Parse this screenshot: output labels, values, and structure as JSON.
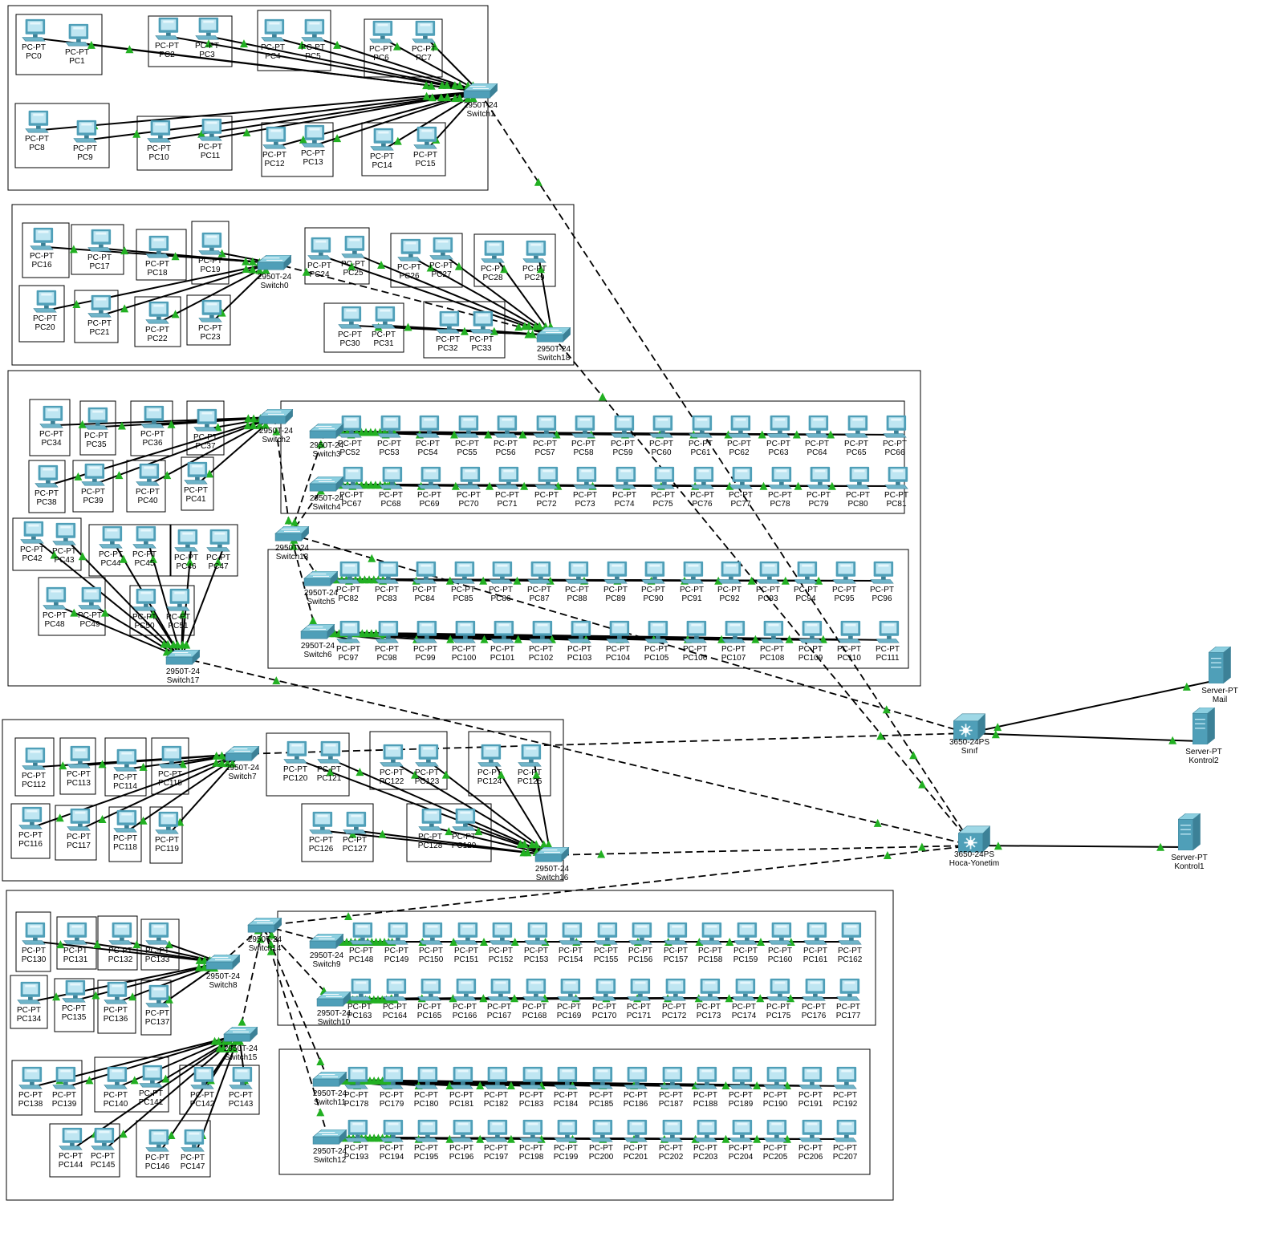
{
  "title": "",
  "colors": {
    "pc_screen": "#bfe6f2",
    "pc_body": "#4f9fb8",
    "switch": "#5ea7bd",
    "link_ok": "#22b022",
    "line": "#000000"
  },
  "device_types": {
    "pc": "PC-PT",
    "access_switch": "2950T-24",
    "core_switch": "3650-24PS",
    "server": "Server-PT"
  },
  "core": [
    {
      "id": "Sinif",
      "type": "3650-24PS",
      "name": "Sınıf"
    },
    {
      "id": "Hoca-Yonetim",
      "type": "3650-24PS",
      "name": "Hoca-Yonetim"
    }
  ],
  "servers": [
    {
      "type": "Server-PT",
      "name": "Mail",
      "uplink": "Sinif"
    },
    {
      "type": "Server-PT",
      "name": "Kontrol2",
      "uplink": "Sinif"
    },
    {
      "type": "Server-PT",
      "name": "Kontrol1",
      "uplink": "Hoca-Yonetim"
    }
  ],
  "switches": [
    {
      "name": "Switch1",
      "type": "2950T-24",
      "uplink": "Hoca-Yonetim",
      "pcs": [
        0,
        15
      ]
    },
    {
      "name": "Switch0",
      "type": "2950T-24",
      "uplink": "Switch18",
      "pcs": [
        16,
        23
      ]
    },
    {
      "name": "Switch18",
      "type": "2950T-24",
      "uplink": "Hoca-Yonetim",
      "pcs": [
        24,
        33
      ]
    },
    {
      "name": "Switch2",
      "type": "2950T-24",
      "uplink": "Switch13",
      "pcs": [
        34,
        41
      ]
    },
    {
      "name": "Switch13",
      "type": "2950T-24",
      "uplink": "Sinif",
      "pcs": null
    },
    {
      "name": "Switch3",
      "type": "2950T-24",
      "uplink": "Switch13",
      "pcs": [
        52,
        66
      ]
    },
    {
      "name": "Switch4",
      "type": "2950T-24",
      "uplink": "Switch13",
      "pcs": [
        67,
        81
      ]
    },
    {
      "name": "Switch5",
      "type": "2950T-24",
      "uplink": "Switch13",
      "pcs": [
        82,
        96
      ]
    },
    {
      "name": "Switch6",
      "type": "2950T-24",
      "uplink": "Switch13",
      "pcs": [
        97,
        111
      ]
    },
    {
      "name": "Switch17",
      "type": "2950T-24",
      "uplink": "Hoca-Yonetim",
      "pcs": [
        42,
        51
      ]
    },
    {
      "name": "Switch7",
      "type": "2950T-24",
      "uplink": "Sinif",
      "pcs": [
        112,
        119
      ]
    },
    {
      "name": "Switch16",
      "type": "2950T-24",
      "uplink": "Hoca-Yonetim",
      "pcs": [
        120,
        129
      ]
    },
    {
      "name": "Switch14",
      "type": "2950T-24",
      "uplink": "Hoca-Yonetim",
      "pcs": null
    },
    {
      "name": "Switch8",
      "type": "2950T-24",
      "uplink": "Switch14",
      "pcs": [
        130,
        137
      ]
    },
    {
      "name": "Switch15",
      "type": "2950T-24",
      "uplink": "Switch14",
      "pcs": [
        138,
        147
      ]
    },
    {
      "name": "Switch9",
      "type": "2950T-24",
      "uplink": "Switch14",
      "pcs": [
        148,
        162
      ]
    },
    {
      "name": "Switch10",
      "type": "2950T-24",
      "uplink": "Switch14",
      "pcs": [
        163,
        177
      ]
    },
    {
      "name": "Switch11",
      "type": "2950T-24",
      "uplink": "Switch14",
      "pcs": [
        178,
        192
      ]
    },
    {
      "name": "Switch12",
      "type": "2950T-24",
      "uplink": "Switch14",
      "pcs": [
        193,
        207
      ]
    }
  ],
  "pc_count": 208,
  "pc_name_prefix": "PC"
}
